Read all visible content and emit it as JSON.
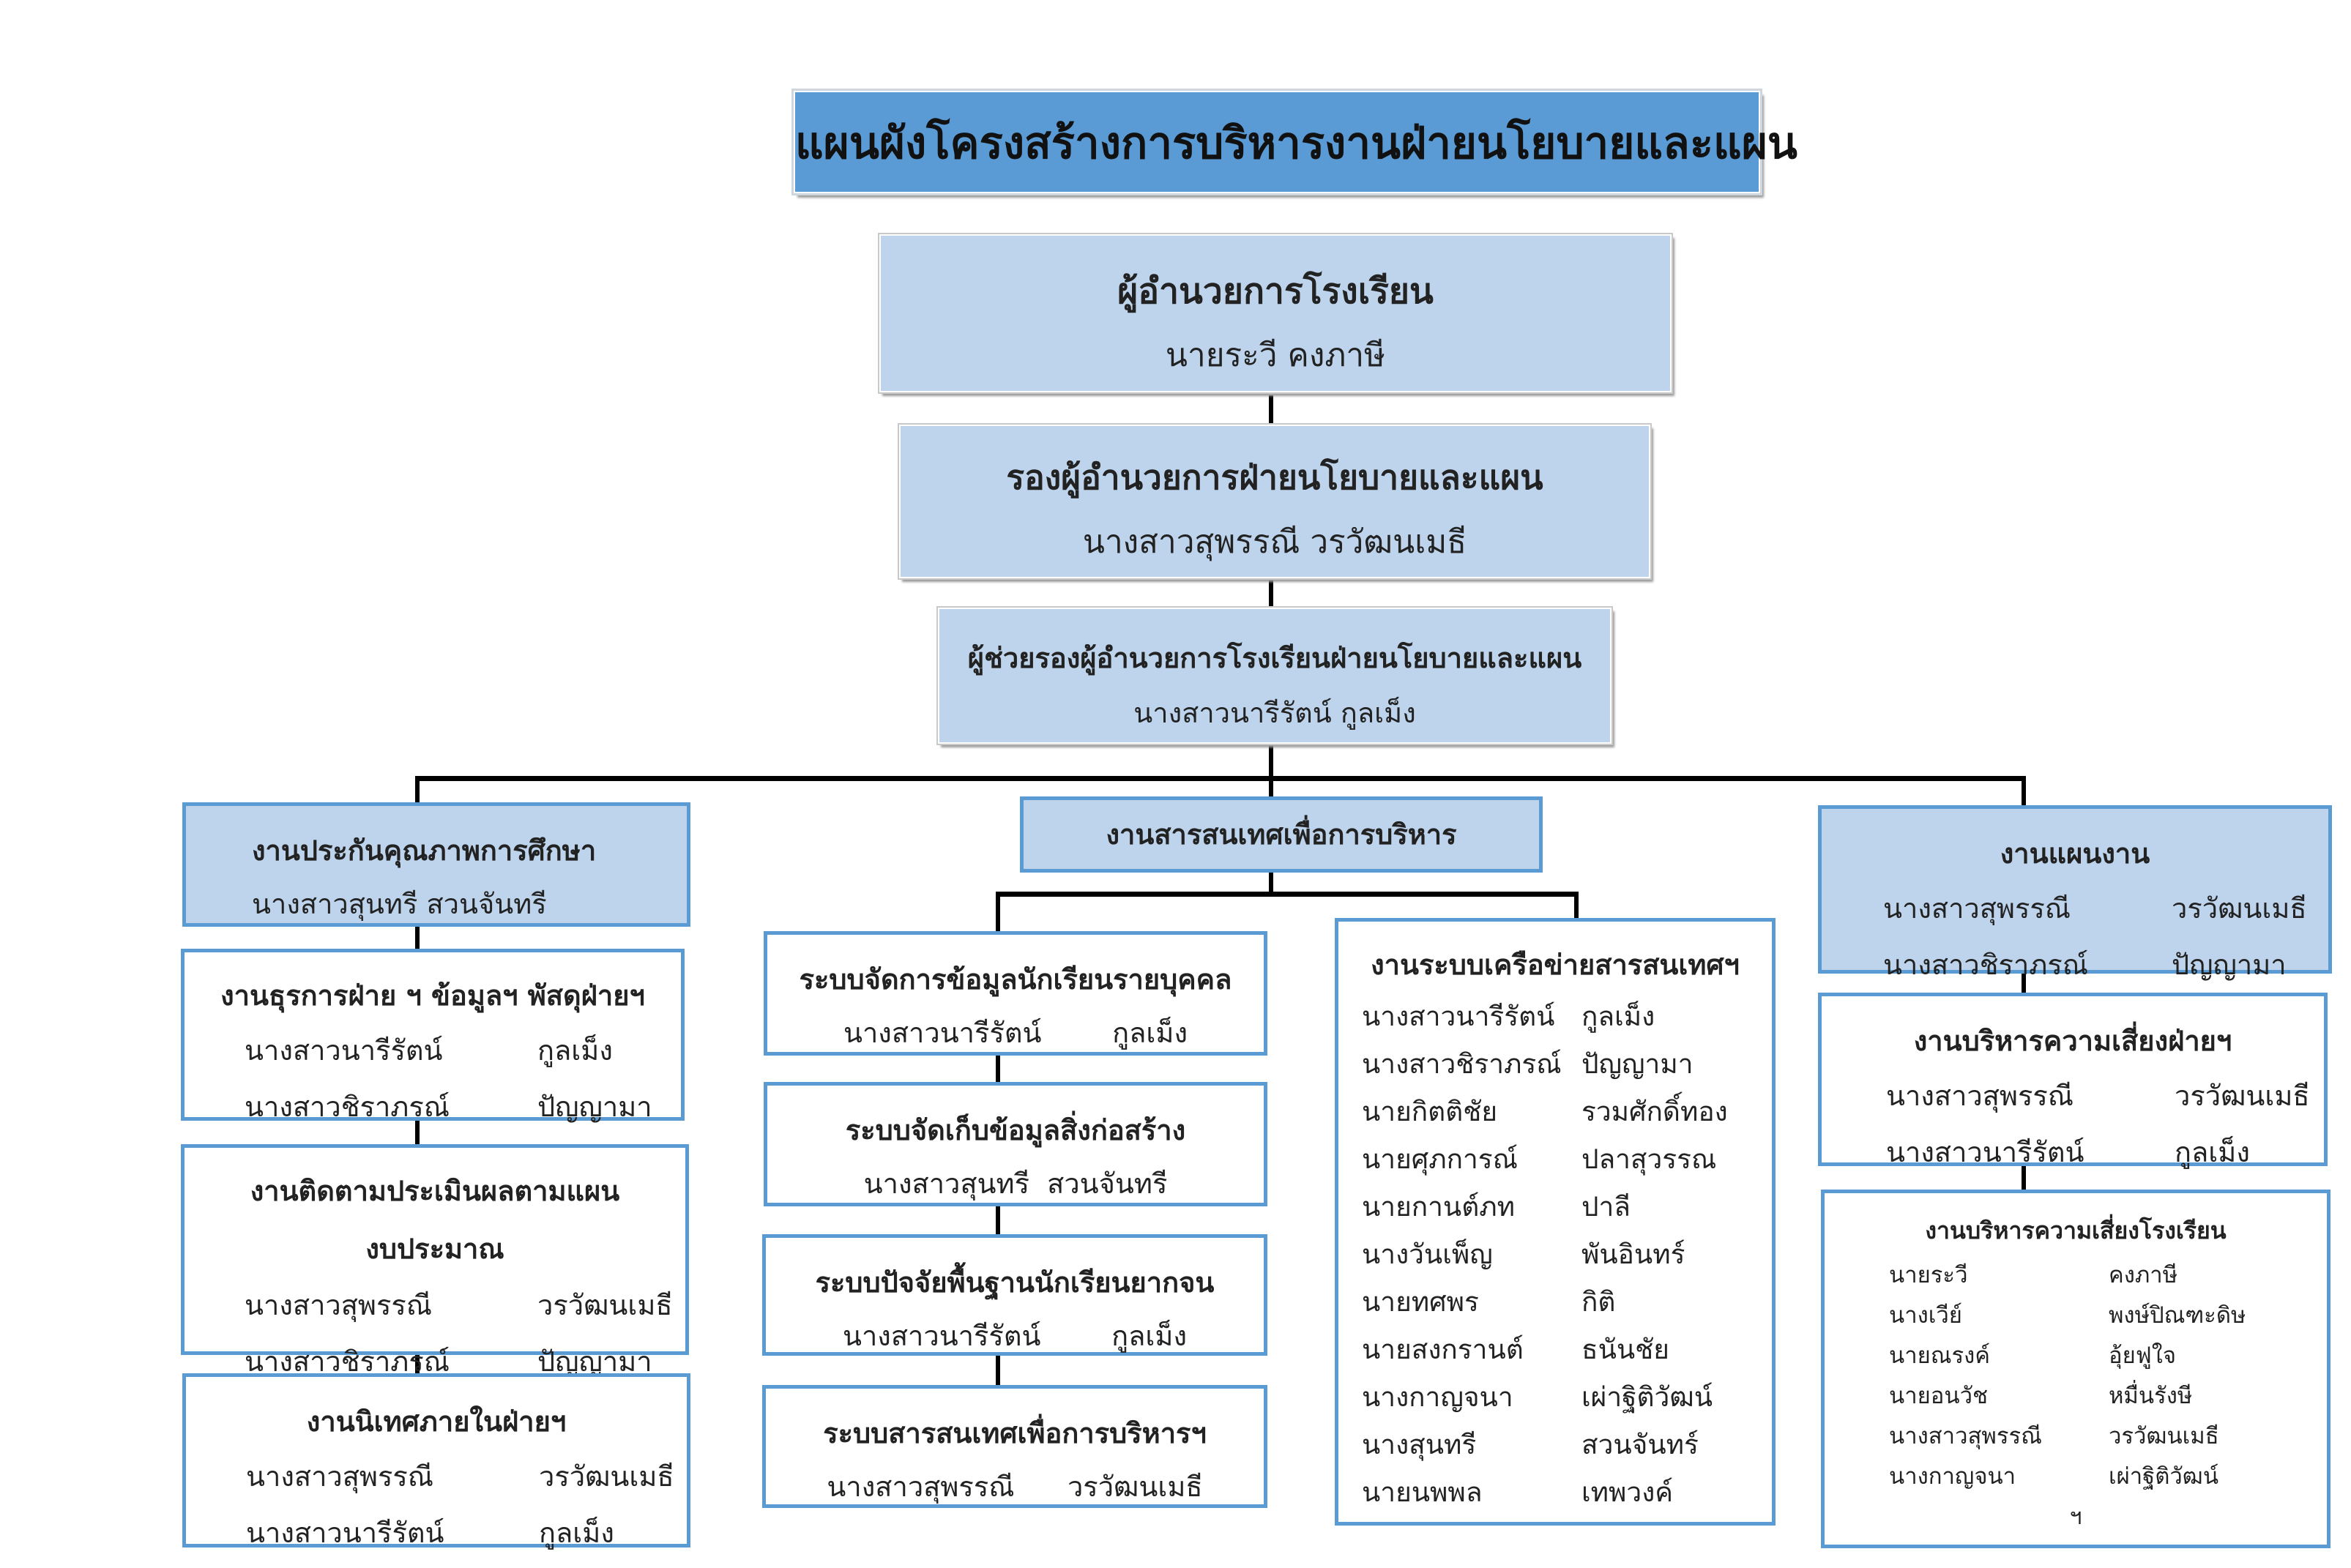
{
  "title": "แผนผังโครงสร้างการบริหารงานฝ่ายนโยบายและแผน",
  "director": {
    "role": "ผู้อำนวยการโรงเรียน",
    "name": "นายระวี  คงภาษี"
  },
  "deputy": {
    "role": "รองผู้อำนวยการฝ่ายนโยบายและแผน",
    "name": "นางสาวสุพรรณี   วรวัฒนเมธี"
  },
  "assistant": {
    "role": "ผู้ช่วยรองผู้อำนวยการโรงเรียนฝ่ายนโยบายและแผน",
    "name": "นางสาวนารีรัตน์  กูลเม็ง"
  },
  "left": {
    "head": {
      "title": "งานประกันคุณภาพการศึกษา",
      "name": "นางสาวสุนทรี  สวนจันทรี"
    },
    "boxes": [
      {
        "title": "งานธุรการฝ่าย ฯ ข้อมูลฯ พัสดุฝ่ายฯ",
        "people": [
          [
            "นางสาวนารีรัตน์",
            "กูลเม็ง"
          ],
          [
            "นางสาวชิราภรณ์",
            "ปัญญามา"
          ]
        ]
      },
      {
        "title_line1": "งานติดตามประเมินผลตามแผน",
        "title_line2": "งบประมาณ",
        "people": [
          [
            "นางสาวสุพรรณี",
            "วรวัฒนเมธี"
          ],
          [
            "นางสาวชิราภรณ์",
            "ปัญญามา"
          ]
        ]
      },
      {
        "title": "งานนิเทศภายในฝ่ายฯ",
        "people": [
          [
            "นางสาวสุพรรณี",
            "วรวัฒนเมธี"
          ],
          [
            "นางสาวนารีรัตน์",
            "กูลเม็ง"
          ]
        ]
      }
    ]
  },
  "middle": {
    "head": {
      "title": "งานสารสนเทศเพื่อการบริหาร"
    },
    "boxes": [
      {
        "title": "ระบบจัดการข้อมูลนักเรียนรายบุคคล",
        "name": "นางสาวนารีรัตน์        กูลเม็ง"
      },
      {
        "title": "ระบบจัดเก็บข้อมูลสิ่งก่อสร้าง",
        "name": "นางสาวสุนทรี  สวนจันทรี"
      },
      {
        "title": "ระบบปัจจัยพื้นฐานนักเรียนยากจน",
        "name": "นางสาวนารีรัตน์        กูลเม็ง"
      },
      {
        "title": "ระบบสารสนเทศเพื่อการบริหารฯ",
        "name": "นางสาวสุพรรณี      วรวัฒนเมธี"
      }
    ],
    "network": {
      "title": "งานระบบเครือข่ายสารสนเทศฯ",
      "people": [
        [
          "นางสาวนารีรัตน์",
          "กูลเม็ง"
        ],
        [
          "นางสาวชิราภรณ์",
          "ปัญญามา"
        ],
        [
          "นายกิตติชัย",
          "รวมศักดิ์ทอง"
        ],
        [
          "นายศุภการณ์",
          "ปลาสุวรรณ"
        ],
        [
          "นายกานต์ภท",
          "ปาลี"
        ],
        [
          "นางวันเพ็ญ",
          "พันอินทร์"
        ],
        [
          "นายทศพร",
          "กิติ"
        ],
        [
          "นายสงกรานต์",
          "ธนันชัย"
        ],
        [
          "นางกาญจนา",
          "เผ่าฐิติวัฒน์"
        ],
        [
          "นางสุนทรี",
          "สวนจันทร์"
        ],
        [
          "นายนพพล",
          "เทพวงค์"
        ]
      ]
    }
  },
  "right": {
    "head": {
      "title": "งานแผนงาน",
      "people": [
        [
          "นางสาวสุพรรณี",
          "วรวัฒนเมธี"
        ],
        [
          "นางสาวชิราภรณ์",
          "ปัญญามา"
        ]
      ]
    },
    "risk_dept": {
      "title": "งานบริหารความเสี่ยงฝ่ายฯ",
      "people": [
        [
          "นางสาวสุพรรณี",
          "วรวัฒนเมธี"
        ],
        [
          "นางสาวนารีรัตน์",
          "กูลเม็ง"
        ]
      ]
    },
    "risk_school": {
      "title": "งานบริหารความเสี่ยงโรงเรียน",
      "people": [
        [
          "นายระวี",
          "คงภาษี"
        ],
        [
          "นางเวีย์",
          "พงษ์ปิณฑะดิษ"
        ],
        [
          "นายณรงค์",
          "อุ้ยฟูใจ"
        ],
        [
          "นายอนวัช",
          "หมื่นรังษี"
        ],
        [
          "นางสาวสุพรรณี",
          "วรวัฒนเมธี"
        ],
        [
          "นางกาญจนา",
          "เผ่าฐิติวัฒน์"
        ]
      ],
      "footer": "ฯ"
    }
  }
}
